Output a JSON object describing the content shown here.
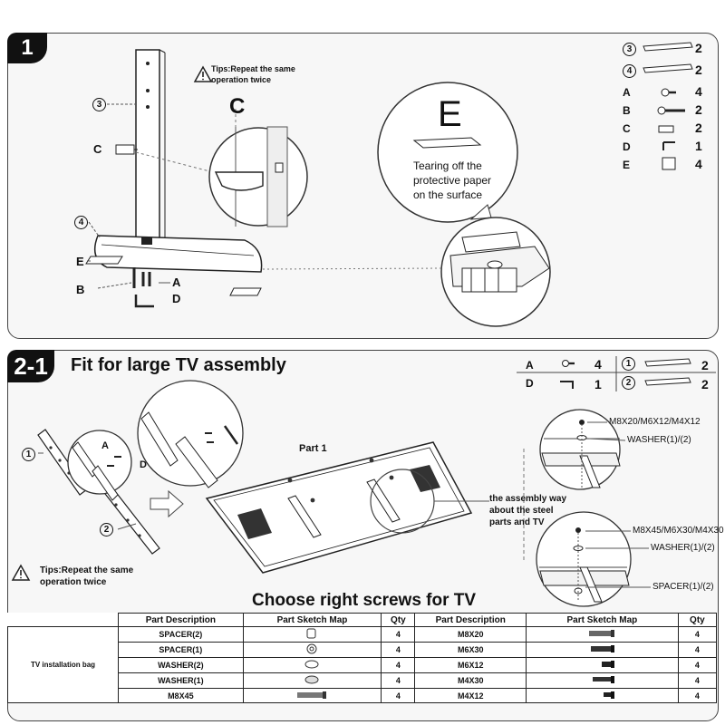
{
  "step1": {
    "badge": "1",
    "tip_line1": "Tips:Repeat the same",
    "tip_line2": "operation twice",
    "detail_c": "C",
    "detail_e": "E",
    "e_text": [
      "Tearing off the",
      "protective paper",
      "on the surface"
    ],
    "labels": {
      "three": "3",
      "four": "4",
      "c": "C",
      "e": "E",
      "b": "B",
      "a": "A",
      "d": "D"
    },
    "parts": [
      {
        "label": "3",
        "circled": true,
        "qty": "2"
      },
      {
        "label": "4",
        "circled": true,
        "qty": "2"
      },
      {
        "label": "A",
        "circled": false,
        "qty": "4"
      },
      {
        "label": "B",
        "circled": false,
        "qty": "2"
      },
      {
        "label": "C",
        "circled": false,
        "qty": "2"
      },
      {
        "label": "D",
        "circled": false,
        "qty": "1"
      },
      {
        "label": "E",
        "circled": false,
        "qty": "4"
      }
    ]
  },
  "step2": {
    "badge": "2-1",
    "title": "Fit for large TV assembly",
    "parts": [
      {
        "label": "A",
        "qty": "4"
      },
      {
        "label": "D",
        "qty": "1"
      },
      {
        "label": "1",
        "qty": "2"
      },
      {
        "label": "2",
        "qty": "2"
      }
    ],
    "labels": {
      "one": "1",
      "two": "2",
      "a": "A",
      "d": "D"
    },
    "part1": "Part 1",
    "assembly_way": [
      "the assembly way",
      "about the steel",
      "parts and TV"
    ],
    "tip_line1": "Tips:Repeat the same",
    "tip_line2": "operation twice",
    "callouts": {
      "screw_top": "M8X20/M6X12/M4X12",
      "washer_top": "WASHER(1)/(2)",
      "screw_bottom": "M8X45/M6X30/M4X30",
      "washer_bottom": "WASHER(1)/(2)",
      "spacer_bottom": "SPACER(1)/(2)"
    },
    "screws_heading": "Choose right screws for TV"
  },
  "table": {
    "headers": [
      "Part Description",
      "Part Sketch Map",
      "Qty",
      "Part Description",
      "Part Sketch Map",
      "Qty"
    ],
    "bag_label": "TV installation bag",
    "rows": [
      {
        "d1": "SPACER(2)",
        "q1": "4",
        "d2": "M8X20",
        "q2": "4"
      },
      {
        "d1": "SPACER(1)",
        "q1": "4",
        "d2": "M6X30",
        "q2": "4"
      },
      {
        "d1": "WASHER(2)",
        "q1": "4",
        "d2": "M6X12",
        "q2": "4"
      },
      {
        "d1": "WASHER(1)",
        "q1": "4",
        "d2": "M4X30",
        "q2": "4"
      },
      {
        "d1": "M8X45",
        "q1": "4",
        "d2": "M4X12",
        "q2": "4"
      }
    ]
  }
}
